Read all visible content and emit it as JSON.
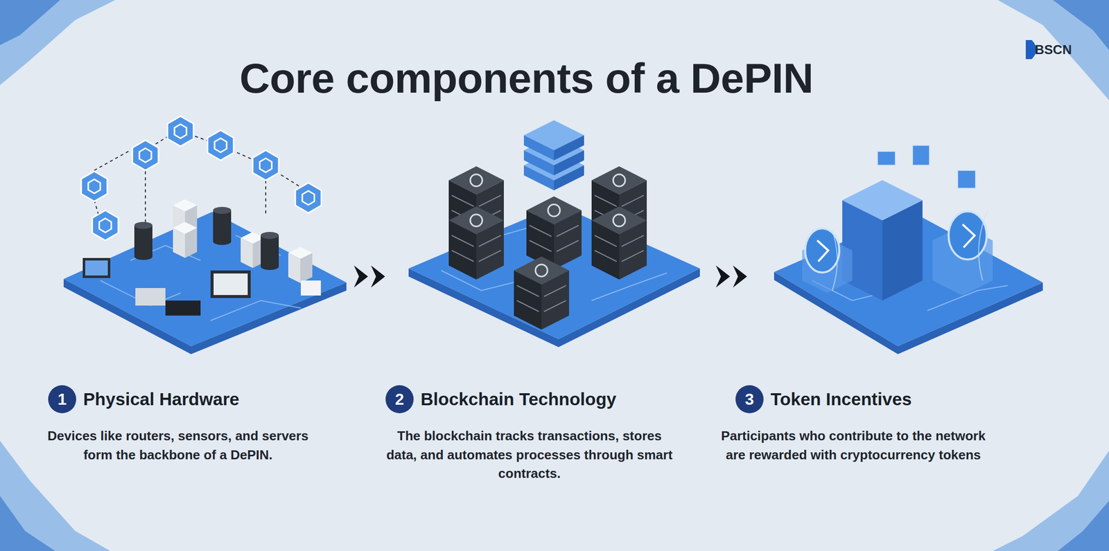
{
  "diagram": {
    "title": "Core components of a DePIN",
    "nodes": [
      {
        "text": [
          "1",
          "Physical Hardware"
        ]
      },
      {
        "text": [
          "2",
          "Blockchain Technology"
        ]
      },
      {
        "text": [
          "3",
          "Token Incentives"
        ]
      }
    ],
    "labels": [
      "BSCN",
      "Devices like routers, sensors, and servers form the backbone of a DePIN.",
      "The blockchain tracks transactions, stores data, and automates processes through smart contracts.",
      "Participants who contribute to the network are rewarded with cryptocurrency tokens"
    ]
  }
}
